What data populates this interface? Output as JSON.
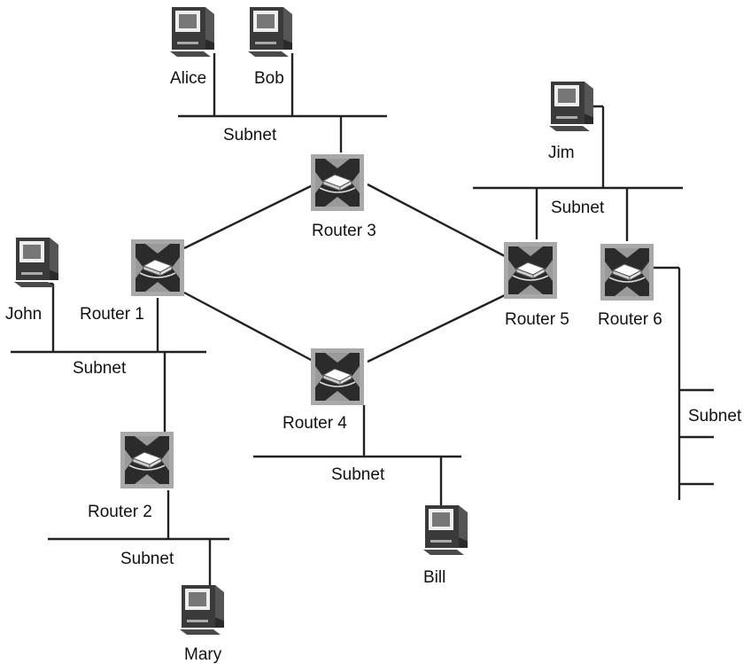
{
  "routers": {
    "r1": "Router 1",
    "r2": "Router 2",
    "r3": "Router 3",
    "r4": "Router 4",
    "r5": "Router 5",
    "r6": "Router 6"
  },
  "hosts": {
    "alice": "Alice",
    "bob": "Bob",
    "jim": "Jim",
    "john": "John",
    "bill": "Bill",
    "mary": "Mary"
  },
  "subnets": {
    "top": "Subnet",
    "jim": "Subnet",
    "john": "Subnet",
    "bill": "Subnet",
    "mary": "Subnet",
    "right": "Subnet"
  },
  "colors": {
    "router_frame": "#a9a9a9",
    "router_body": "#2b2b2b",
    "computer_light": "#eeeeee",
    "computer_dark": "#3a3a3a",
    "line": "#222222"
  }
}
